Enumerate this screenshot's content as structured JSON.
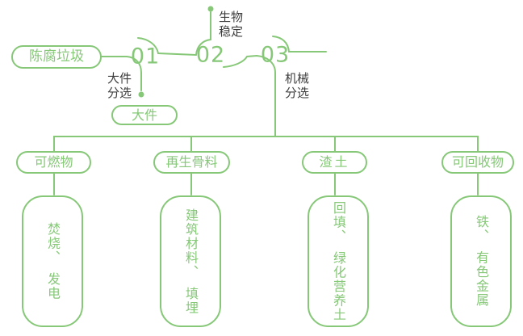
{
  "colors": {
    "line_green": "#86c878",
    "text_green": "#86c878",
    "label_dark": "#3d3d3d",
    "background": "#ffffff"
  },
  "source": {
    "label": "陈腐垃圾"
  },
  "stages": [
    {
      "number": "01",
      "process": "大件\n分选",
      "branch_output": "大件"
    },
    {
      "number": "02",
      "process": "生物\n稳定"
    },
    {
      "number": "03",
      "process": "机械\n分选"
    }
  ],
  "outputs": [
    {
      "category": "可燃物",
      "disposal": "焚烧、　发电"
    },
    {
      "category": "再生骨料",
      "disposal": "建筑材料、　填埋"
    },
    {
      "category": "渣土",
      "disposal": "回填、　绿化营养土"
    },
    {
      "category": "可回收物",
      "disposal": "铁、　有色金属"
    }
  ]
}
